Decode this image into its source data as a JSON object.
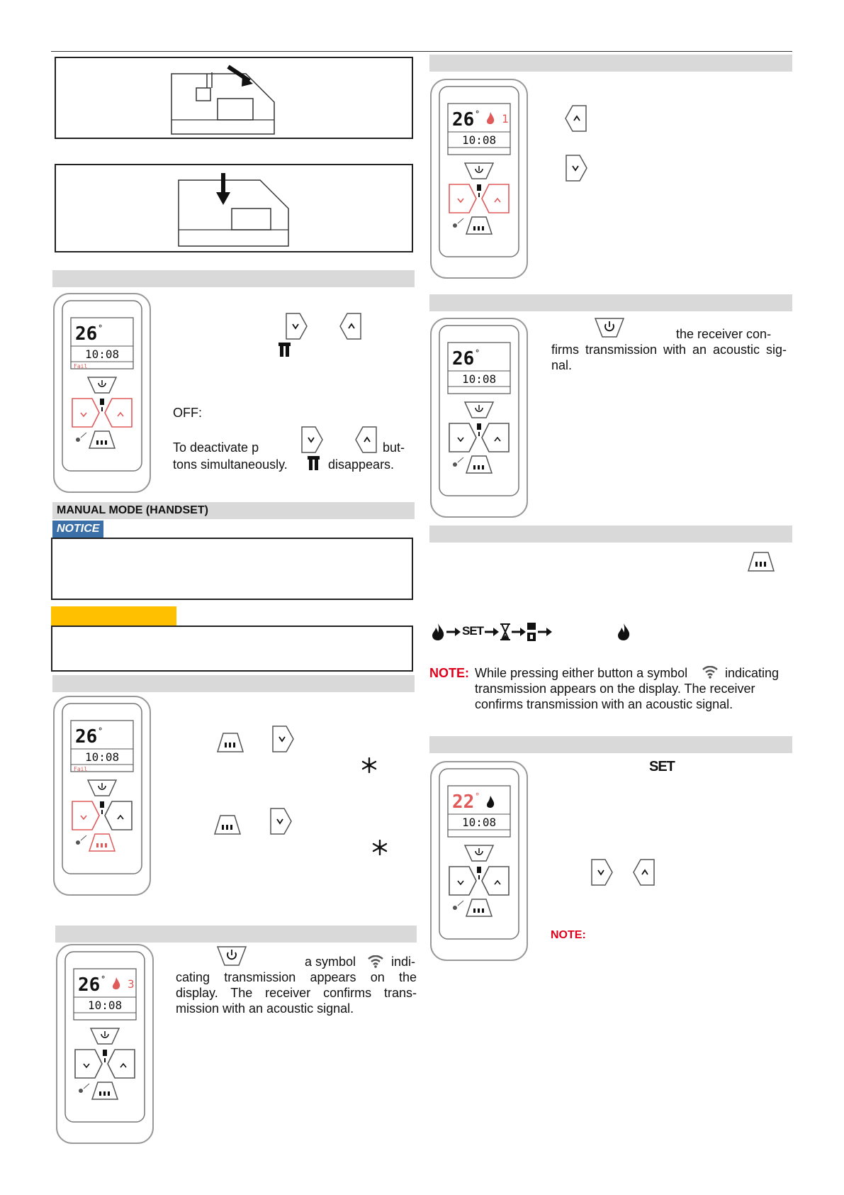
{
  "sections": {
    "manual_mode_title": "MANUAL MODE (HANDSET)",
    "notice_label": "NOTICE"
  },
  "lock_panel": {
    "off_label": "OFF:",
    "deactivate_text_a": "To deactivate p",
    "deactivate_text_b": "but-",
    "deactivate_text_c": "tons simultaneously.",
    "deactivate_text_d": "disappears."
  },
  "power_panel_right": {
    "text_a": "the receiver con-",
    "text_b": "firms transmission with an acoustic sig-nal."
  },
  "power_panel_left": {
    "text_a": "a symbol",
    "text_b": "indi-",
    "text_c": "cating transmission appears on the display. The receiver confirms trans-mission with an acoustic signal."
  },
  "sequence_note": {
    "label": "NOTE:",
    "text": "While pressing either button a symbol",
    "text_b": "indicating",
    "text_c": "transmission appears on the display. The receiver confirms transmission with an acoustic signal."
  },
  "set_panel": {
    "set_label": "SET",
    "note_label": "NOTE:"
  },
  "icon_sequence": {
    "set_label": "SET"
  },
  "handsets": [
    {
      "temp": "26",
      "unit": "°",
      "time": "10:08",
      "mode_text": "",
      "extra": "",
      "red_temp": false
    },
    {
      "temp": "26",
      "unit": "°",
      "time": "10:08",
      "mode_text": "Fail",
      "extra": "",
      "red_temp": false
    },
    {
      "temp": "26",
      "unit": "°",
      "time": "10:08",
      "mode_text": "Fail",
      "extra": "",
      "red_temp": false
    },
    {
      "temp": "26",
      "unit": "°",
      "time": "10:08",
      "mode_text": "",
      "extra": "3",
      "red_temp": false
    },
    {
      "temp": "26",
      "unit": "°",
      "time": "10:08",
      "mode_text": "",
      "extra": "1",
      "red_temp": false
    },
    {
      "temp": "26",
      "unit": "°",
      "time": "10:08",
      "mode_text": "",
      "extra": "",
      "red_temp": false
    },
    {
      "temp": "22",
      "unit": "°",
      "time": "10:08",
      "mode_text": "",
      "extra": "",
      "red_temp": true
    }
  ],
  "colors": {
    "section_bar": "#d9d9d9",
    "notice_blue": "#3a6fa8",
    "warning_yellow": "#ffc000",
    "note_red": "#e0001b",
    "highlight_red": "#e05a5a"
  }
}
